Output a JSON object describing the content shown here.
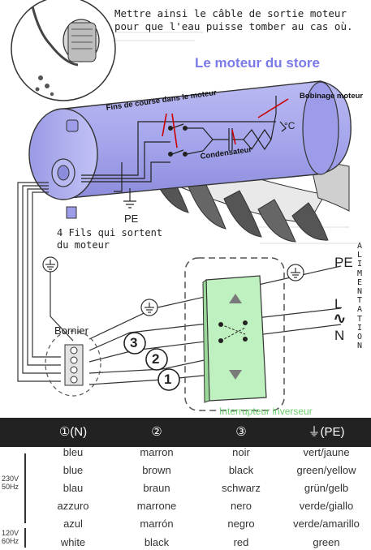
{
  "callout": {
    "line1": "Mettre ainsi le câble de sortie moteur",
    "line2": "pour que l'eau puisse tomber au cas où."
  },
  "title": "Le moteur du store",
  "labels": {
    "fins_de_course": "Fins de course dans le moteur",
    "bobinage": "Bobinage moteur",
    "condensateur": "Condensateur",
    "temp": "°C",
    "pe_motor": "PE",
    "fils_line1": "4 Fils qui sortent",
    "fils_line2": "du moteur",
    "bornier": "Bornier",
    "pe": "PE",
    "l": "L",
    "ac": "∿",
    "n": "N",
    "alimentation": "ALIMENTATION",
    "interrupteur": "Interrupteur inverseur"
  },
  "terminals": {
    "t1": "1",
    "t2": "2",
    "t3": "3"
  },
  "table": {
    "headers": [
      "①(N)",
      "②",
      "③",
      "⏚(PE)"
    ],
    "voltage_230": [
      "230V",
      "50Hz"
    ],
    "voltage_120": [
      "120V",
      "60Hz"
    ],
    "rows": [
      [
        "bleu",
        "marron",
        "noir",
        "vert/jaune"
      ],
      [
        "blue",
        "brown",
        "black",
        "green/yellow"
      ],
      [
        "blau",
        "braun",
        "schwarz",
        "grün/gelb"
      ],
      [
        "azzuro",
        "marrone",
        "nero",
        "verde/giallo"
      ],
      [
        "azul",
        "marrón",
        "negro",
        "verde/amarillo"
      ],
      [
        "white",
        "black",
        "red",
        "green"
      ]
    ]
  },
  "colors": {
    "motor": "#a8a8ee",
    "title": "#7a7ae8",
    "switch": "#bff0bf",
    "switch_label": "#6ecf6e",
    "table_header": "#222222"
  }
}
